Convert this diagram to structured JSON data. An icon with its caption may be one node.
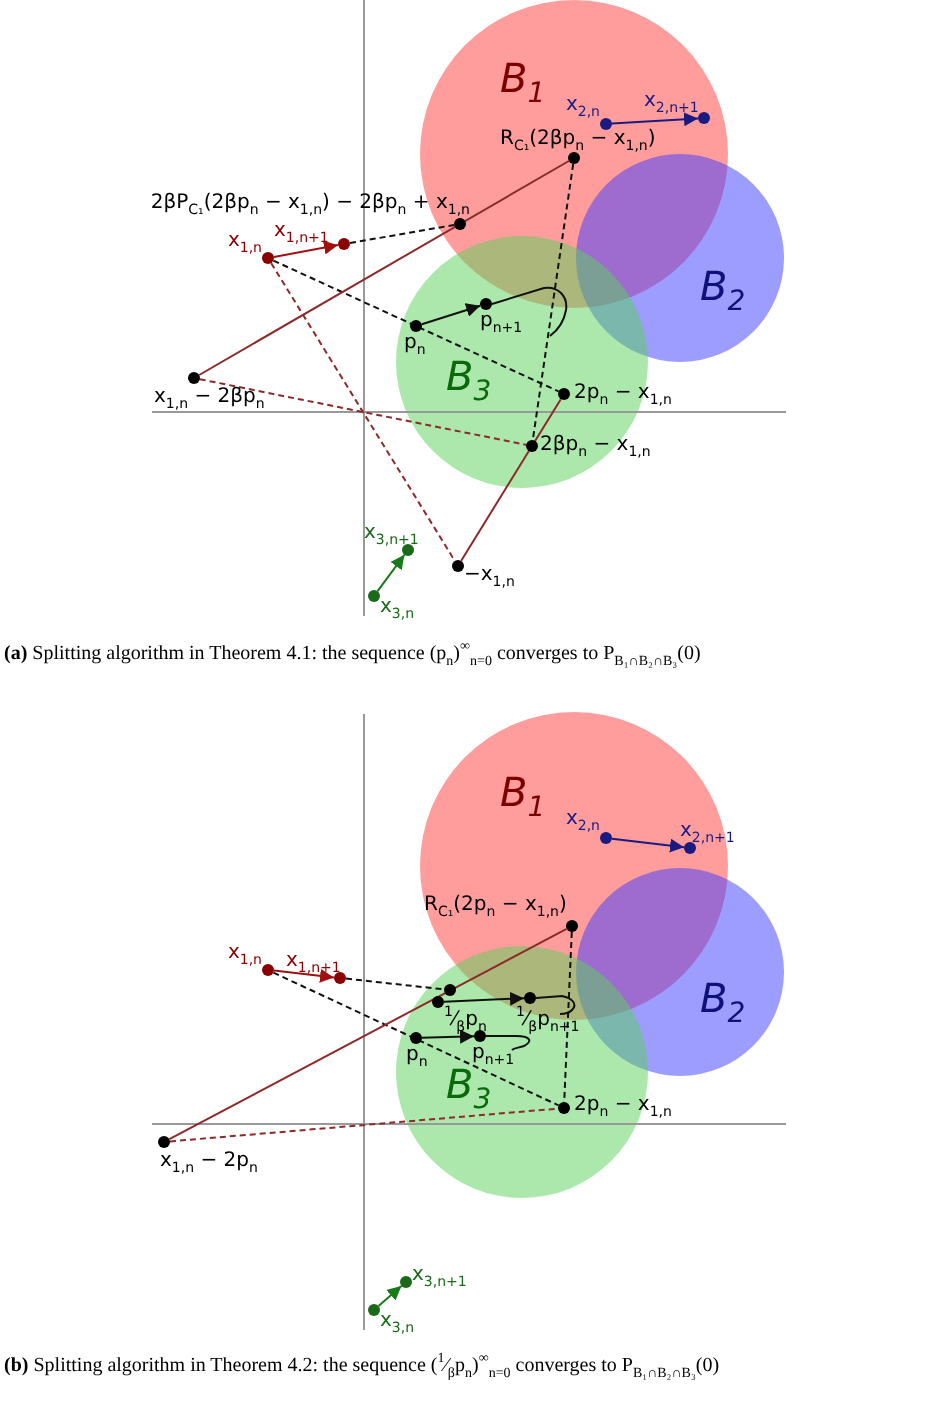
{
  "diagram": {
    "nodes": [
      {
        "text": [
          "B$_{1}$"
        ]
      },
      {
        "text": [
          "B$_{2}$"
        ]
      },
      {
        "text": [
          "B$_{3}$"
        ]
      },
      {
        "text": [
          "x$_{2,n}$"
        ],
        "in": 0
      },
      {
        "text": [
          "x$_{2,n+1}$"
        ],
        "in": 0
      },
      {
        "text": [
          "R$_{C₁}$(2βp$_{n}$ − x$_{1,n}$)"
        ],
        "in": 0
      },
      {
        "text": [
          "2βP$_{C₁}$(2βp$_{n}$ − x$_{1,n}$) − 2βp$_{n}$ + x$_{1,n}$"
        ],
        "in": 0
      },
      {
        "text": [
          "x$_{1,n}$"
        ]
      },
      {
        "text": [
          "x$_{1,n+1}$"
        ]
      },
      {
        "text": [
          "p$_{n}$"
        ],
        "in": 2
      },
      {
        "text": [
          "p$_{n+1}$"
        ]
      },
      {
        "text": [
          "x$_{1,n}$ − 2βp$_{n}$"
        ]
      },
      {
        "text": [
          "2p$_{n}$ − x$_{1,n}$"
        ],
        "in": 2
      },
      {
        "text": [
          "2βp$_{n}$ − x$_{1,n}$"
        ],
        "in": 2
      },
      {
        "text": [
          "−x$_{1,n}$"
        ]
      },
      {
        "text": [
          "x$_{3,n}$"
        ]
      },
      {
        "text": [
          "x$_{3,n+1}$"
        ]
      },
      {
        "text": [
          "B$_{1}$"
        ]
      },
      {
        "text": [
          "B$_{2}$"
        ]
      },
      {
        "text": [
          "B$_{3}$"
        ]
      },
      {
        "text": [
          "x$_{2,n}$"
        ],
        "in": 17
      },
      {
        "text": [
          "x$_{2,n+1}$"
        ],
        "in": 17
      },
      {
        "text": [
          "R$_{C₁}$(2p$_{n}$ − x$_{1,n}$)"
        ],
        "in": 17
      },
      {
        "text": [
          "x$_{1,n}$"
        ]
      },
      {
        "text": [
          "x$_{1,n+1}$"
        ]
      },
      {
        "text": [],
        "shape": "circle"
      },
      {
        "text": [
          "$^{1}$⁄$_{β}$p$_{n}$"
        ]
      },
      {
        "text": [
          "$^{1}$⁄$_{β}$p$_{n+1}$"
        ]
      },
      {
        "text": [
          "p$_{n}$"
        ],
        "in": 19
      },
      {
        "text": [
          "p$_{n+1}$"
        ],
        "in": 19
      },
      {
        "text": [
          "2p$_{n}$ − x$_{1,n}$"
        ],
        "in": 19
      },
      {
        "text": [
          "x$_{1,n}$ − 2p$_{n}$"
        ]
      },
      {
        "text": [
          "x$_{3,n}$"
        ]
      },
      {
        "text": [
          "x$_{3,n+1}$"
        ]
      }
    ],
    "edges": [
      {
        "from": 7,
        "to": 8,
        "arrow": "to",
        "color": "#a01010"
      },
      {
        "from": 8,
        "to": 6,
        "arrow": "none",
        "style": "dashed"
      },
      {
        "from": 7,
        "to": 12,
        "arrow": "none",
        "style": "dashed"
      },
      {
        "from": 7,
        "to": 14,
        "arrow": "none",
        "style": "dashed",
        "color": "#8b2a2a"
      },
      {
        "from": 14,
        "to": 12,
        "arrow": "none",
        "color": "#8b2a2a"
      },
      {
        "from": 11,
        "to": 5,
        "arrow": "none",
        "color": "#8b2a2a"
      },
      {
        "from": 11,
        "to": 13,
        "arrow": "none",
        "style": "dashed",
        "color": "#8b2a2a"
      },
      {
        "from": 5,
        "to": 13,
        "arrow": "none",
        "style": "dashed"
      },
      {
        "from": 9,
        "to": 10,
        "arrow": "to"
      },
      {
        "from": 3,
        "to": 4,
        "arrow": "to",
        "color": "#1a1a80"
      },
      {
        "from": 15,
        "to": 16,
        "arrow": "to",
        "color": "#1a7a1a"
      },
      {
        "from": 23,
        "to": 24,
        "arrow": "to",
        "color": "#a01010"
      },
      {
        "from": 24,
        "to": 25,
        "arrow": "none",
        "style": "dashed"
      },
      {
        "from": 23,
        "to": 30,
        "arrow": "none",
        "style": "dashed"
      },
      {
        "from": 31,
        "to": 22,
        "arrow": "none",
        "color": "#8b2a2a"
      },
      {
        "from": 31,
        "to": 30,
        "arrow": "none",
        "style": "dashed",
        "color": "#8b2a2a"
      },
      {
        "from": 22,
        "to": 30,
        "arrow": "none",
        "style": "dashed"
      },
      {
        "from": 26,
        "to": 27,
        "arrow": "to"
      },
      {
        "from": 28,
        "to": 29,
        "arrow": "to"
      },
      {
        "from": 20,
        "to": 21,
        "arrow": "to",
        "color": "#1a1a80"
      },
      {
        "from": 32,
        "to": 33,
        "arrow": "to",
        "color": "#1a7a1a"
      },
      {
        "from": 10,
        "to": null,
        "arrow": "none"
      },
      {
        "from": 27,
        "to": null,
        "arrow": "none"
      },
      {
        "from": 29,
        "to": null,
        "arrow": "none"
      }
    ],
    "labels": [
      "**(a)** Splitting algorithm in Theorem 4.1: the sequence (p$_{n}$)$^{∞}$$_{n=0}$ converges to P$_{B₁∩B₂∩B₃}$(0)",
      "**(b)** Splitting algorithm in Theorem 4.2: the sequence ($^{1}$⁄$_{β}$p$_{n}$)$^{∞}$$_{n=0}$ converges to P$_{B₁∩B₂∩B₃}$(0)"
    ]
  }
}
